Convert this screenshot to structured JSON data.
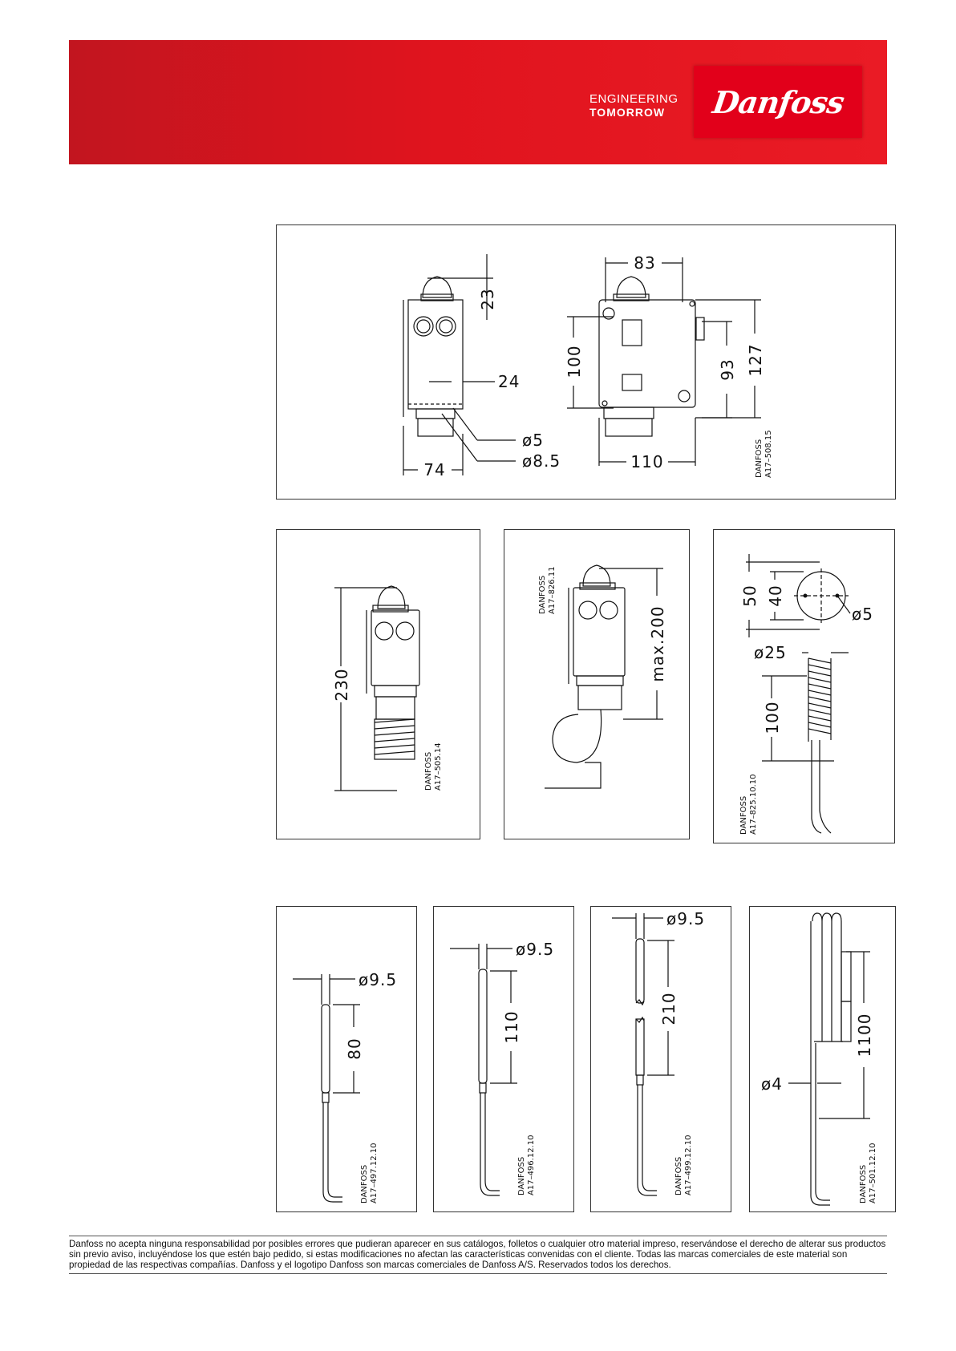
{
  "header": {
    "tagline_line1": "ENGINEERING",
    "tagline_line2": "TOMORROW",
    "logo_text": "Danfoss"
  },
  "drawing_top": {
    "dims": {
      "d23": "23",
      "d24": "24",
      "d74": "74",
      "d5": "ø5",
      "d85": "ø8.5",
      "d83": "83",
      "d100": "100",
      "d93": "93",
      "d127": "127",
      "d110": "110"
    },
    "code_line1": "DANFOSS",
    "code_line2": "A17–508.15"
  },
  "drawing_a": {
    "dim": "230",
    "code_line1": "DANFOSS",
    "code_line2": "A17–505.14"
  },
  "drawing_b": {
    "dim": "max.200",
    "code_line1": "DANFOSS",
    "code_line2": "A17–826.11"
  },
  "drawing_c": {
    "d50": "50",
    "d40": "40",
    "d5": "ø5",
    "d25": "ø25",
    "d100": "100",
    "code_line1": "DANFOSS",
    "code_line2": "A17–825.10.10"
  },
  "sensor_1": {
    "dia": "ø9.5",
    "len": "80",
    "code_line1": "DANFOSS",
    "code_line2": "A17–497.12.10"
  },
  "sensor_2": {
    "dia": "ø9.5",
    "len": "110",
    "code_line1": "DANFOSS",
    "code_line2": "A17–496.12.10"
  },
  "sensor_3": {
    "dia": "ø9.5",
    "len": "210",
    "code_line1": "DANFOSS",
    "code_line2": "A17–499.12.10"
  },
  "sensor_4": {
    "dia": "ø4",
    "len": "1100",
    "code_line1": "DANFOSS",
    "code_line2": "A17–501.12.10"
  },
  "footer": {
    "disclaimer": "Danfoss no acepta ninguna responsabilidad por posibles errores que pudieran aparecer en sus catálogos, folletos o cualquier otro material impreso, reservándose el derecho de alterar sus productos sin previo aviso, incluyéndose los que estén bajo pedido, si estas modificaciones no afectan las características convenidas con el cliente. Todas las marcas comerciales de este material son propiedad de las respectivas compañías. Danfoss y el logotipo Danfoss son marcas comerciales de Danfoss A/S. Reservados todos los derechos."
  }
}
